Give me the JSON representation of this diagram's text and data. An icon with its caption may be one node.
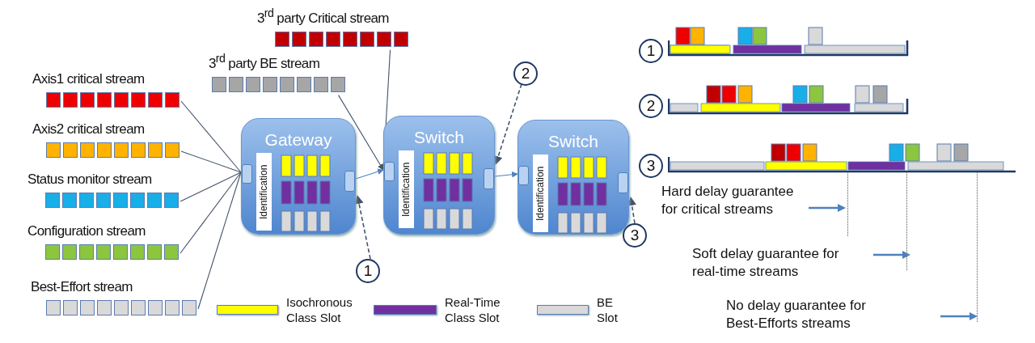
{
  "diagram": {
    "nodes": [
      {
        "text": [
          "3$^{rd}$ party Critical stream"
        ]
      },
      {
        "text": [
          "3$^{rd}$ party BE stream"
        ]
      },
      {
        "text": [
          "Axis1 critical stream"
        ]
      },
      {
        "text": [
          "Axis2 critical stream"
        ]
      },
      {
        "text": [
          "Status monitor stream"
        ]
      },
      {
        "text": [
          "Configuration stream"
        ]
      },
      {
        "text": [
          "Best-Effort stream"
        ]
      },
      {
        "text": [
          "Gateway",
          "Identification"
        ]
      },
      {
        "text": [
          "Switch",
          "Identification"
        ]
      },
      {
        "text": [
          "Switch",
          "Identification"
        ]
      },
      {
        "text": [
          "1"
        ]
      },
      {
        "text": [
          "2"
        ]
      },
      {
        "text": [
          "3"
        ]
      }
    ],
    "edges": [
      {
        "from": 2,
        "to": 7,
        "arrow": "none"
      },
      {
        "from": 3,
        "to": 7,
        "arrow": "none"
      },
      {
        "from": 4,
        "to": 7,
        "arrow": "none"
      },
      {
        "from": 5,
        "to": 7,
        "arrow": "none"
      },
      {
        "from": 6,
        "to": 7,
        "arrow": "none"
      },
      {
        "from": 0,
        "to": 8,
        "arrow": "to"
      },
      {
        "from": 1,
        "to": 8,
        "arrow": "to"
      },
      {
        "from": 7,
        "to": 8,
        "arrow": "to",
        "color": "#4f81bd"
      },
      {
        "from": 8,
        "to": 9,
        "arrow": "to",
        "color": "#4f81bd"
      },
      {
        "from": 10,
        "to": 7,
        "arrow": "to",
        "style": "dashed"
      },
      {
        "from": 11,
        "to": 8,
        "arrow": "to",
        "style": "dashed"
      },
      {
        "from": 12,
        "to": 9,
        "arrow": "to",
        "style": "dashed"
      }
    ],
    "labels": [
      "1",
      "2",
      "3",
      "Hard delay guarantee for critical streams",
      "Soft delay guarantee for real-time streams",
      "No delay guarantee for Best-Efforts streams"
    ],
    "legend": [
      {
        "text": "Isochronous Class Slot",
        "color": "#ffff00"
      },
      {
        "text": "Real-Time Class Slot",
        "color": "#7030a0"
      },
      {
        "text": "BE Slot",
        "color": "#d9d9d9"
      }
    ]
  }
}
